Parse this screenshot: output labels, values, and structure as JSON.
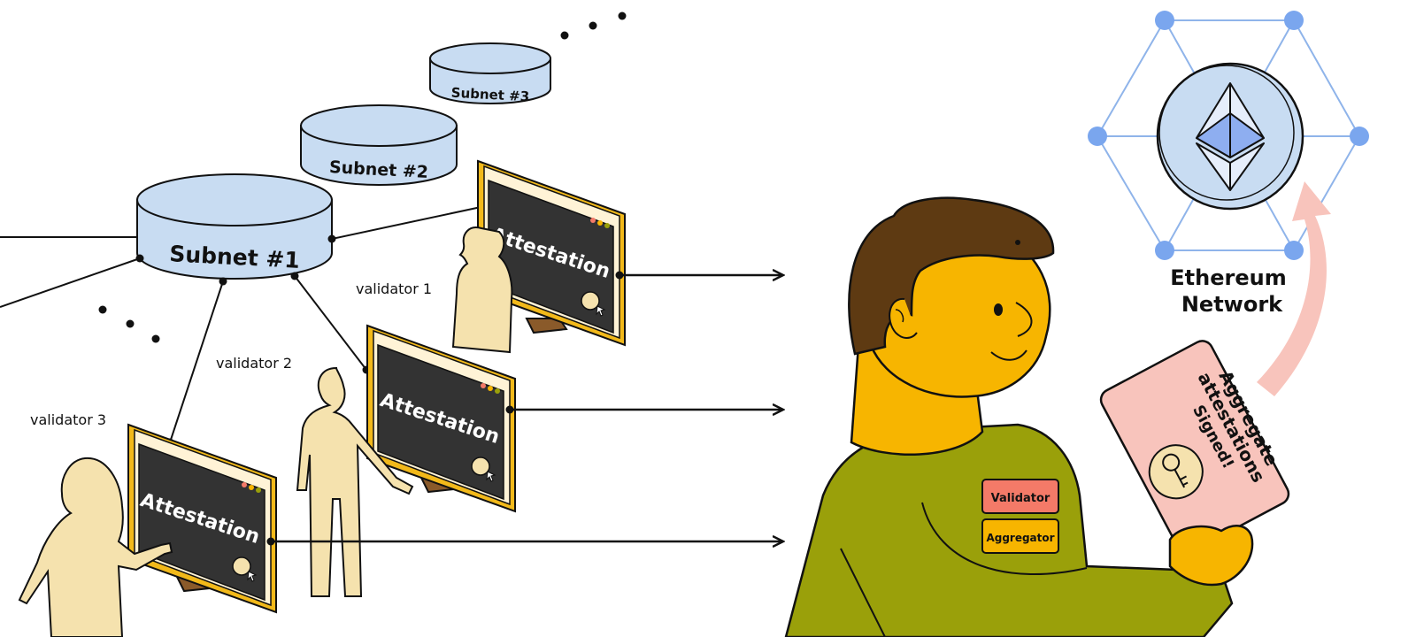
{
  "subnets": [
    {
      "label": "Subnet #1"
    },
    {
      "label": "Subnet #2"
    },
    {
      "label": "Subnet #3"
    }
  ],
  "validators": [
    {
      "label": "validator 1"
    },
    {
      "label": "validator 2"
    },
    {
      "label": "validator 3"
    }
  ],
  "screens": [
    {
      "label": "Attestation"
    },
    {
      "label": "Attestation"
    },
    {
      "label": "Attestation"
    }
  ],
  "badges": {
    "validator": "Validator",
    "aggregator": "Aggregator"
  },
  "card": {
    "title_line1": "Aggregate",
    "title_line2": "attestations",
    "signed": "Signed!"
  },
  "network": {
    "line1": "Ethereum",
    "line2": "Network"
  },
  "colors": {
    "subnet_fill": "#c8dcf2",
    "screen_frame": "#f2b91a",
    "screen_bg": "#333333",
    "person_fill": "#f5e2ae",
    "aggregator_skin": "#f7b500",
    "hair": "#5e3a12",
    "shirt": "#9aa00a",
    "validator_badge": "#f47a68",
    "aggregator_badge": "#f7b500",
    "card": "#f8c4bc",
    "network_line": "#8fb4ea",
    "network_node": "#7aa6ee"
  }
}
